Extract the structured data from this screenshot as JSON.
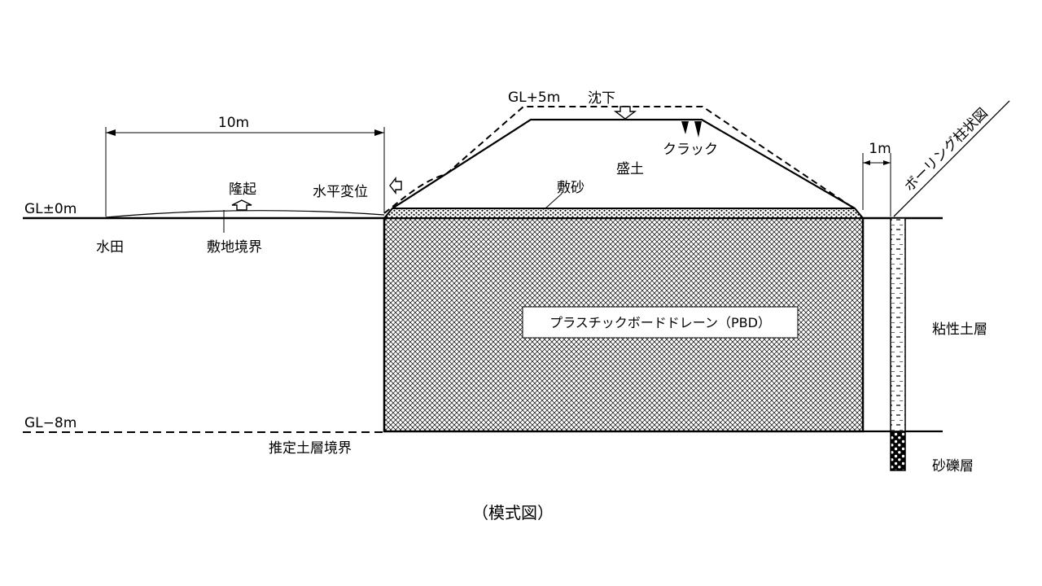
{
  "labels": {
    "gl_zero": "GL±0m",
    "gl_plus5": "GL+5m",
    "gl_minus8": "GL−8m",
    "dim_10m": "10m",
    "dim_1m": "1m",
    "uplift": "隆起",
    "horizontal_displacement": "水平変位",
    "settlement": "沈下",
    "crack": "クラック",
    "embankment": "盛土",
    "sand_mat": "敷砂",
    "paddy": "水田",
    "site_boundary": "敷地境界",
    "pbd": "プラスチックボードドレーン（PBD）",
    "boring_log": "ボーリング柱状図",
    "clay_layer": "粘性土層",
    "gravel_layer": "砂礫層",
    "estimated_boundary": "推定土層境界",
    "caption": "（模式図）"
  },
  "colors": {
    "line": "#000000",
    "background": "#ffffff"
  }
}
